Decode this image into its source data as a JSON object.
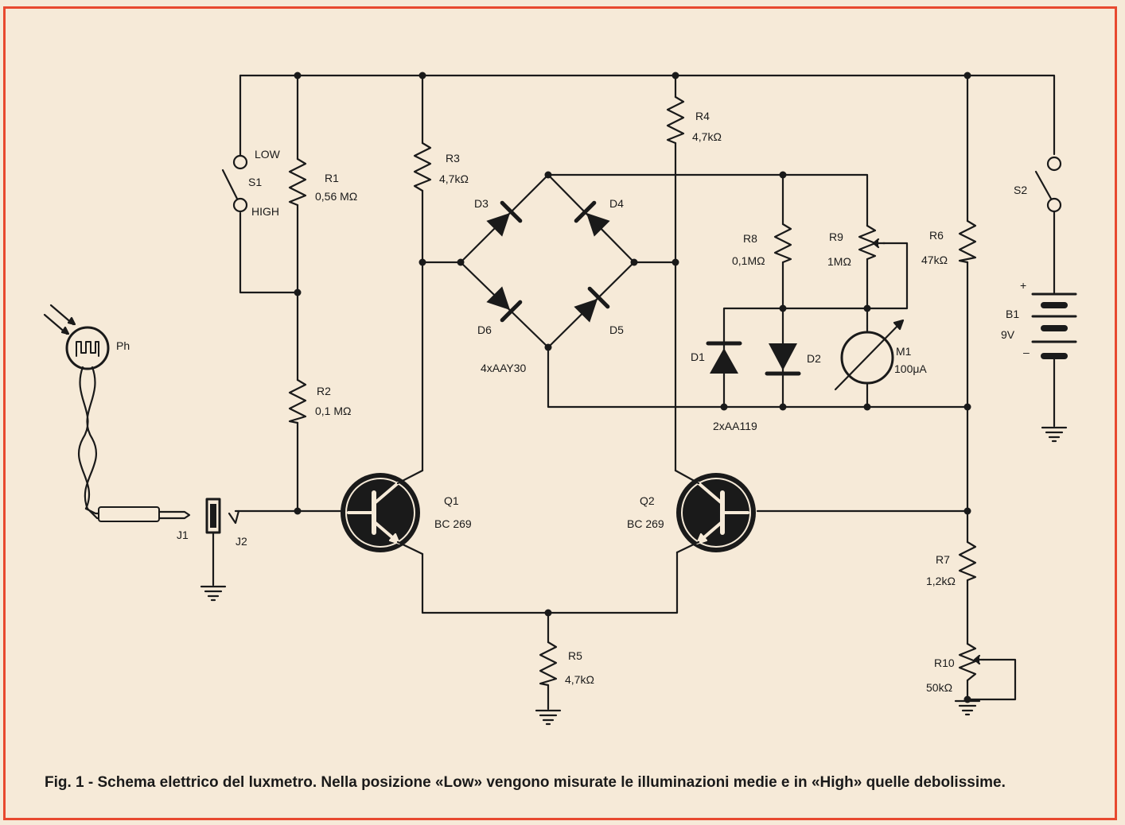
{
  "labels": {
    "low": "LOW",
    "high": "HIGH",
    "s1": "S1",
    "s2": "S2",
    "r1": "R1",
    "r1_val": "0,56 MΩ",
    "r2": "R2",
    "r2_val": "0,1 MΩ",
    "r3": "R3",
    "r3_val": "4,7kΩ",
    "r4": "R4",
    "r4_val": "4,7kΩ",
    "r5": "R5",
    "r5_val": "4,7kΩ",
    "r6": "R6",
    "r6_val": "47kΩ",
    "r7": "R7",
    "r7_val": "1,2kΩ",
    "r8": "R8",
    "r8_val": "0,1MΩ",
    "r9": "R9",
    "r9_val": "1MΩ",
    "r10": "R10",
    "r10_val": "50kΩ",
    "d1": "D1",
    "d2": "D2",
    "d3": "D3",
    "d4": "D4",
    "d5": "D5",
    "d6": "D6",
    "diodes_bridge": "4xAAY30",
    "diodes_pair": "2xAA119",
    "m1": "M1",
    "m1_val": "100μA",
    "b1": "B1",
    "b1_val": "9V",
    "plus": "+",
    "minus": "–",
    "ph": "Ph",
    "j1": "J1",
    "j2": "J2",
    "q1": "Q1",
    "q1_val": "BC 269",
    "q2": "Q2",
    "q2_val": "BC 269"
  },
  "caption": "Fig. 1 - Schema elettrico del luxmetro. Nella posizione «Low» vengono misurate le illuminazioni medie e in «High» quelle debolissime.",
  "colors": {
    "background": "#f6ead8",
    "border": "#e8492f",
    "ink": "#1a1a1a"
  }
}
